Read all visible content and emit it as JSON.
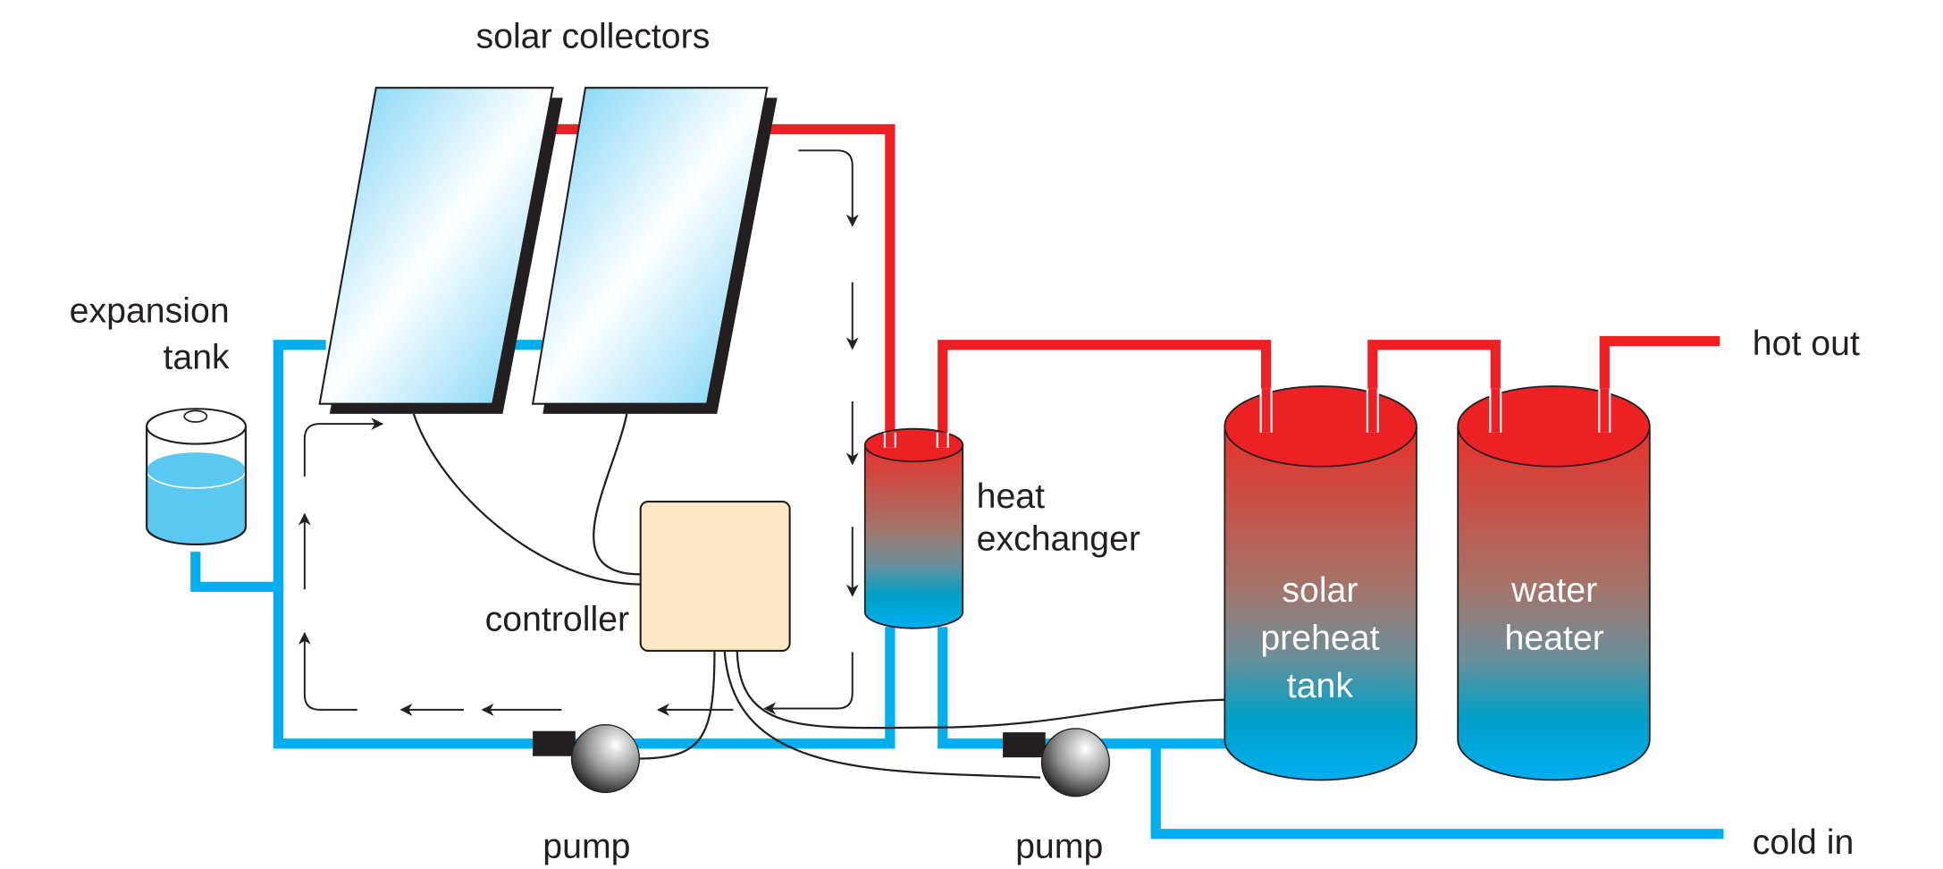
{
  "labels": {
    "solar_collectors": "solar collectors",
    "expansion_tank": [
      "expansion",
      "tank"
    ],
    "heat_exchanger": [
      "heat",
      "exchanger"
    ],
    "controller": "controller",
    "pump_left": "pump",
    "pump_right": "pump",
    "solar_preheat_tank": [
      "solar",
      "preheat",
      "tank"
    ],
    "water_heater": [
      "water",
      "heater"
    ],
    "hot_out": "hot out",
    "cold_in": "cold in"
  },
  "colors": {
    "hot_pipe": "#ed2024",
    "cold_pipe": "#00aeef",
    "controller_fill": "#fde9c5",
    "panel_light": "#ffffff",
    "panel_blue": "#6ecff5",
    "tank_top": "#e8322a",
    "tank_mid": "#8b8585",
    "tank_bottom": "#00aeef"
  }
}
